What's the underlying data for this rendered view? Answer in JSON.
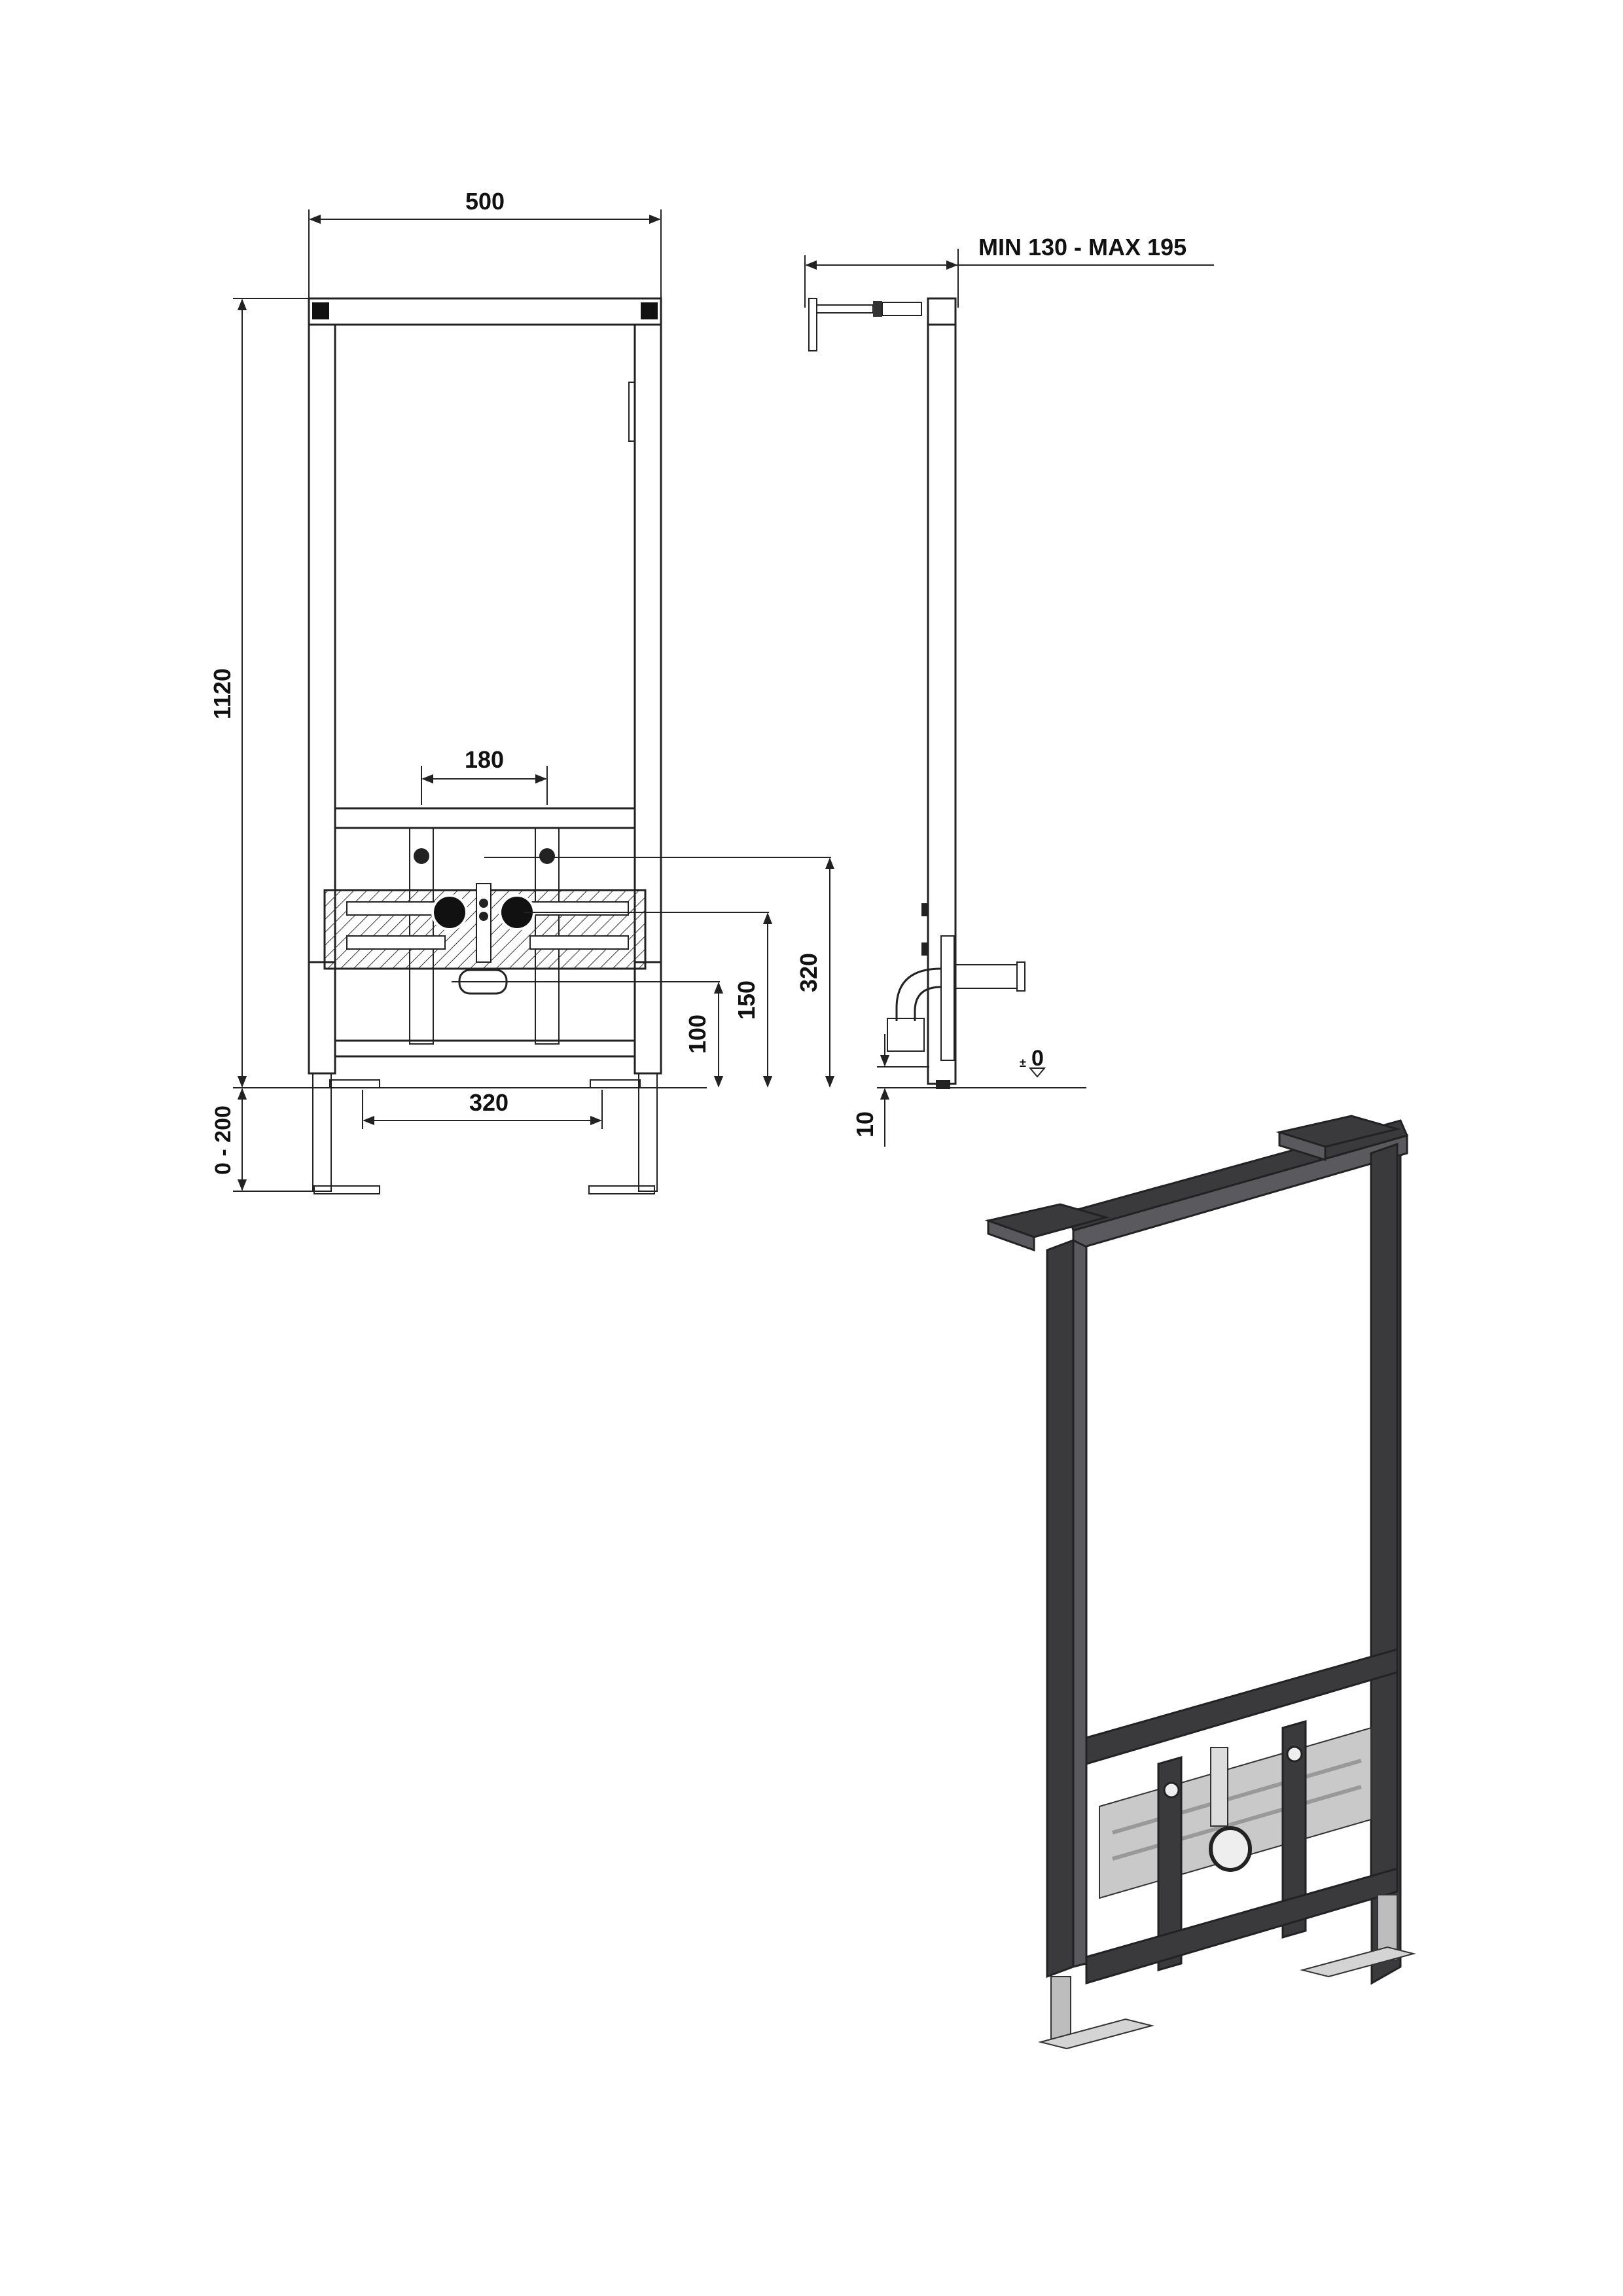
{
  "colors": {
    "line": "#222222",
    "steel": "#3a3a3d",
    "steel_light": "#5a5a5e",
    "zinc": "#c9c9c9",
    "paper": "#ffffff"
  },
  "front_view": {
    "width_label": "500",
    "height_label": "1120",
    "tap_spacing_label": "180",
    "foot_spacing_label": "320",
    "leg_adjust_label": "0 - 200"
  },
  "heights": {
    "h100": "100",
    "h150": "150",
    "h320": "320"
  },
  "side_view": {
    "depth_label": "MIN 130 - MAX 195",
    "floor_label": "0",
    "offset_label": "10"
  }
}
